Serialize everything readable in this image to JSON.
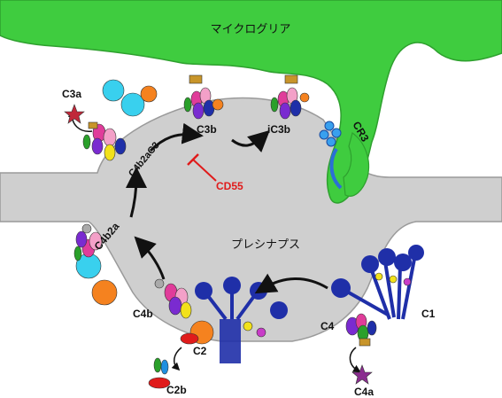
{
  "regions": {
    "microglia": "マイクログリア",
    "presynapse": "プレシナプス",
    "receptor": "CR3"
  },
  "labels": {
    "c1": "C1",
    "c4": "C4",
    "c4a": "C4a",
    "c4b": "C4b",
    "c2": "C2",
    "c2b": "C2b",
    "c4b2a": "C4b2a",
    "c4b2ac3": "C4b2aC3",
    "c3a": "C3a",
    "c3b": "C3b",
    "ic3b": "iC3b",
    "cd55": "CD55"
  },
  "colors": {
    "microglia": "#3fcc3f",
    "presynapse": "#cfcfcf",
    "c1_blue": "#1f2fa8",
    "c3_cyan": "#39d0ee",
    "c2_orange": "#f5821f",
    "c2b_red": "#e01b1b",
    "cd55_red": "#e01b1b",
    "c3a_star": "#c0283a",
    "c4a_star": "#8a2d8f"
  }
}
